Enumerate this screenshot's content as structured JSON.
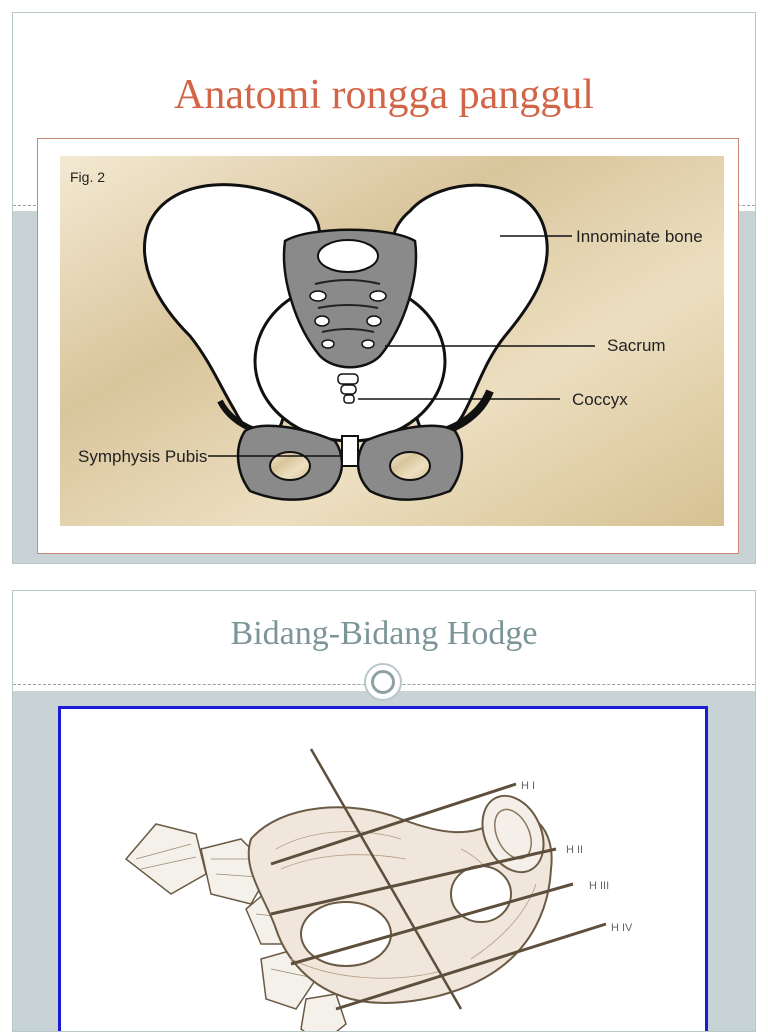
{
  "slides": [
    {
      "title": "Anatomi rongga panggul",
      "figure": {
        "caption": "Fig. 2",
        "labels": {
          "innominate": "Innominate bone",
          "sacrum": "Sacrum",
          "coccyx": "Coccyx",
          "symphysis": "Symphysis Pubis"
        }
      }
    },
    {
      "title": "Bidang-Bidang Hodge",
      "figure": {
        "labels": {
          "h1": "H I",
          "h2": "H II",
          "h3": "H III",
          "h4": "H IV"
        }
      }
    }
  ],
  "colors": {
    "title1": "#d26548",
    "title2": "#7b9599",
    "band": "#c8d3d6",
    "figure_bg": "#d9c59c",
    "bone_gray": "#8a8a8a",
    "frame2_border": "#1a1ad8"
  }
}
